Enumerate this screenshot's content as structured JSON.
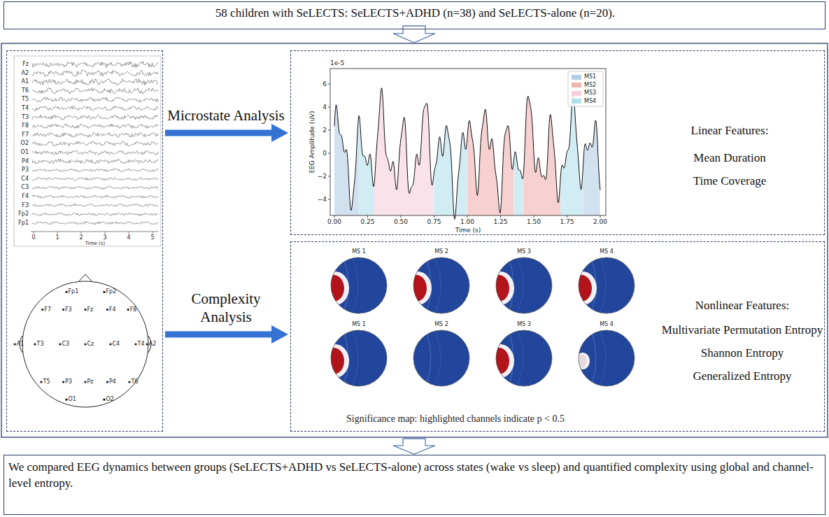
{
  "diagram": {
    "nodes": [
      {
        "text": [
          "58 children with SeLECTS: SeLECTS+ADHD (n=38) and SeLECTS-alone (n=20)."
        ]
      },
      {
        "text": []
      },
      {
        "text": [
          "Linear Features:",
          "Mean Duration",
          "Time Coverage"
        ]
      },
      {
        "text": [
          "Nonlinear Features:",
          "Multivariate Permutation Entropy",
          "Shannon Entropy",
          "Generalized Entropy"
        ]
      },
      {
        "text": [
          "We compared EEG dynamics between groups (SeLECTS+ADHD vs SeLECTS-alone) across states (wake vs sleep) and quantified complexity using global and channel-level entropy."
        ]
      }
    ],
    "edges": [
      {
        "from": 1,
        "to": 2,
        "label": "Microstate Analysis",
        "arrow": "to"
      },
      {
        "from": 1,
        "to": 3,
        "label": "Complexity Analysis",
        "arrow": "to"
      }
    ],
    "labels": [
      "Fz",
      "A2",
      "A1",
      "T6",
      "T5",
      "T4",
      "T3",
      "F8",
      "F7",
      "O2",
      "O1",
      "P4",
      "P3",
      "C4",
      "C3",
      "F4",
      "F3",
      "Fp2",
      "Fp1",
      "0",
      "1",
      "2",
      "3",
      "4",
      "5",
      "Time (s)",
      "Fp1",
      "Fp2",
      "F7",
      "F3",
      "Fz",
      "F4",
      "F8",
      "A1",
      "T3",
      "C3",
      "Cz",
      "C4",
      "T4",
      "A2",
      "T5",
      "P3",
      "Pz",
      "P4",
      "T6",
      "O1",
      "O2",
      "1e-5",
      "6",
      "4",
      "2",
      "0",
      "−2",
      "−4",
      "0.00",
      "0.25",
      "0.50",
      "0.75",
      "1.00",
      "1.25",
      "1.50",
      "1.75",
      "2.00",
      "Time (s)",
      "EEG Amplitude (uV)",
      "MS 1",
      "MS 2",
      "MS 3",
      "MS 4",
      "MS 1",
      "MS 2",
      "MS 3",
      "MS 4",
      "Significance map: highlighted channels indicate p < 0.5"
    ],
    "legend": [
      {
        "text": "MS1",
        "color": "#b4cde6"
      },
      {
        "text": "MS2",
        "color": "#f2b3b3"
      },
      {
        "text": "MS3",
        "color": "#f7cfdc"
      },
      {
        "text": "MS4",
        "color": "#b3e0ea"
      }
    ]
  }
}
